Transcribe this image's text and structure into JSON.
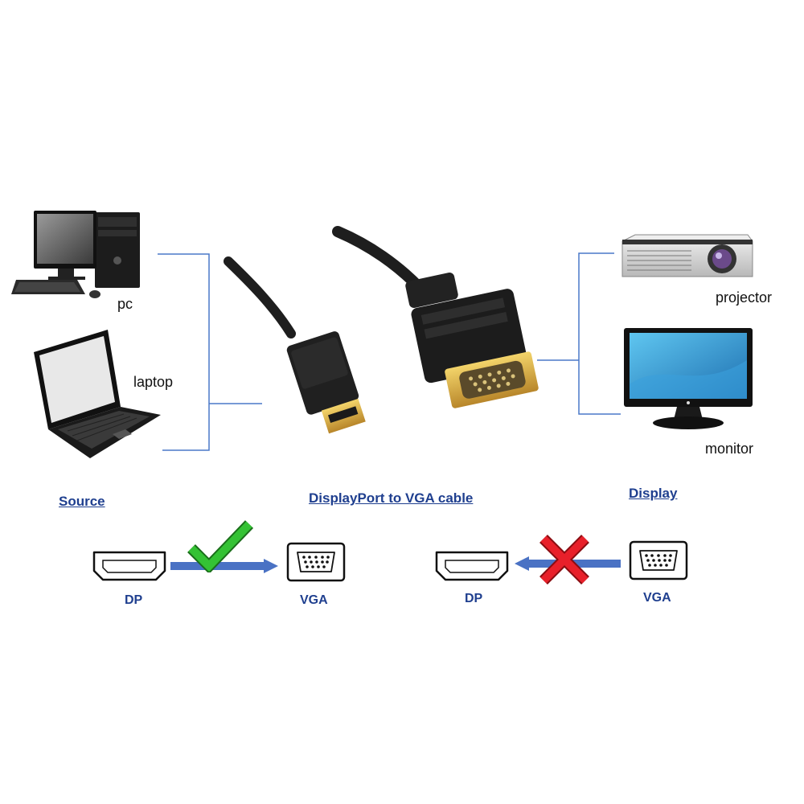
{
  "devices": {
    "pc_label": "pc",
    "laptop_label": "laptop",
    "projector_label": "projector",
    "monitor_label": "monitor"
  },
  "sections": {
    "source": "Source",
    "cable": "DisplayPort to VGA cable",
    "display": "Display"
  },
  "flow_left": {
    "from": "DP",
    "to": "VGA",
    "status": "allowed",
    "status_icon": "check-icon",
    "status_color": "#2eb82e"
  },
  "flow_right": {
    "from": "VGA",
    "to": "DP",
    "status": "not allowed",
    "status_icon": "cross-icon",
    "status_color": "#e8202a"
  },
  "colors": {
    "connector_line": "#4a78c8",
    "arrow": "#4a72c4",
    "label_blue": "#1f3f8f"
  }
}
